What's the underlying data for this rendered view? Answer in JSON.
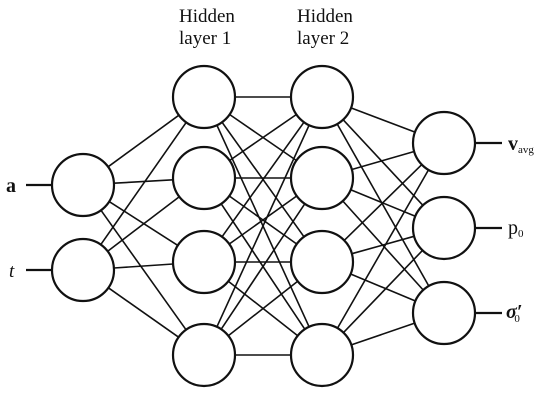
{
  "layers": {
    "hidden1_title": {
      "line1": "Hidden",
      "line2": "layer 1"
    },
    "hidden2_title": {
      "line1": "Hidden",
      "line2": "layer 2"
    }
  },
  "inputs": [
    {
      "label": "a",
      "style": "bold"
    },
    {
      "label": "t",
      "style": "italic"
    }
  ],
  "outputs": [
    {
      "label": "v",
      "sub": "avg",
      "style": "bold"
    },
    {
      "label": "p",
      "sub": "0",
      "style": "normal"
    },
    {
      "label": "σ′",
      "sub": "0",
      "style": "italic"
    }
  ],
  "topology": {
    "input_nodes": 2,
    "hidden1_nodes": 4,
    "hidden2_nodes": 4,
    "output_nodes": 3,
    "fully_connected": true
  },
  "colors": {
    "stroke": "#111111",
    "node_fill": "#ffffff",
    "background": "#ffffff"
  }
}
